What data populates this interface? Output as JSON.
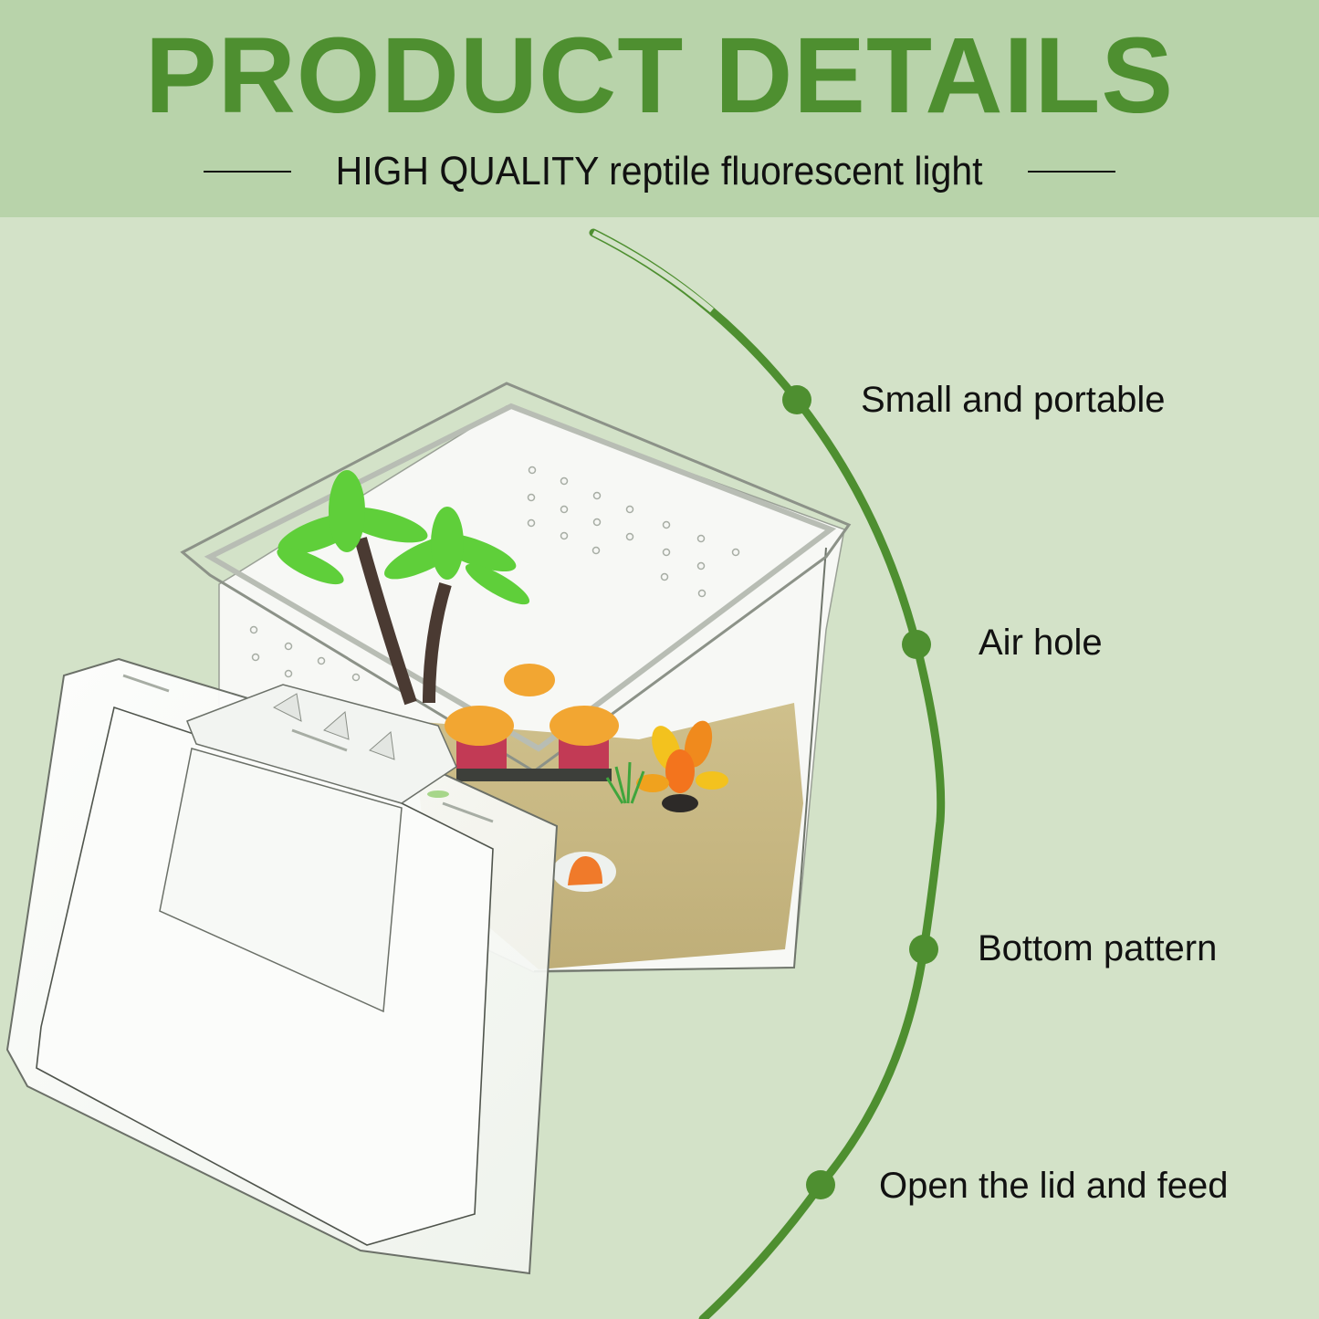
{
  "header": {
    "title": "PRODUCT DETAILS",
    "subtitle": "HIGH QUALITY reptile fluorescent light"
  },
  "colors": {
    "banner_bg": "#b8d3aa",
    "page_bg": "#d3e2c8",
    "accent_green": "#4e8f30",
    "text": "#111111"
  },
  "features": [
    {
      "label": "Small and portable"
    },
    {
      "label": "Air hole"
    },
    {
      "label": "Bottom pattern"
    },
    {
      "label": "Open the lid and feed"
    }
  ],
  "product_image": {
    "subject": "clear plastic reptile feeding box with open hinged lid",
    "contents": [
      "palm-tree-ornaments",
      "thatched-hut-ornament",
      "orange-plant",
      "grass-tuft",
      "scallop-shell",
      "sand-substrate"
    ]
  }
}
